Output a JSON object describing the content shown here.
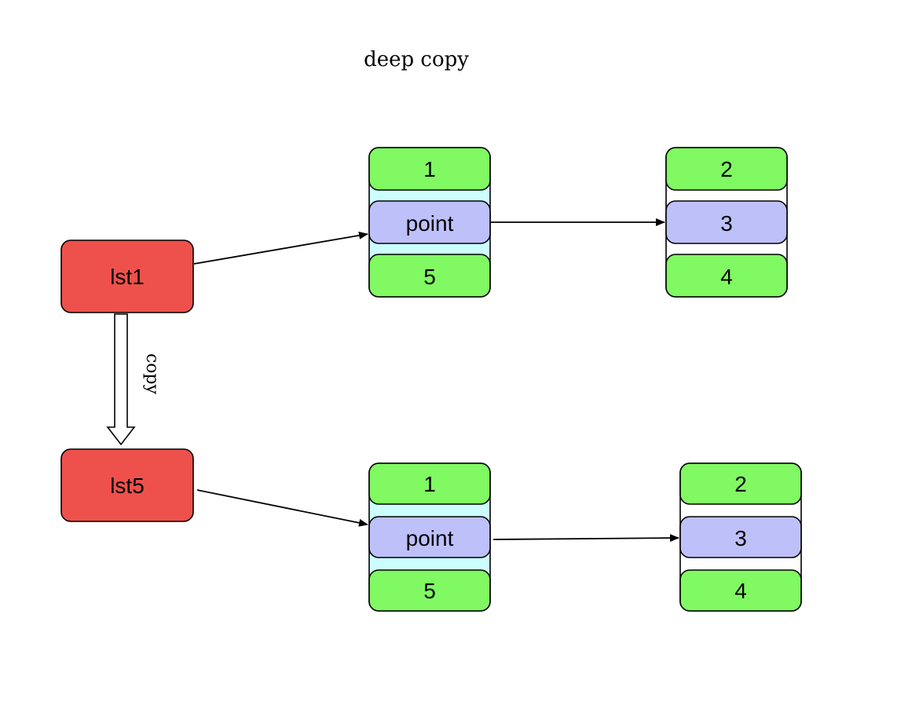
{
  "title": "deep copy",
  "colors": {
    "variable_fill": "#ee514b",
    "value_fill": "#80f962",
    "pointer_fill": "#bec0f9",
    "container_fill": "#ccfefe",
    "nested_container_fill": "#ffffff"
  },
  "variables": {
    "lst1": {
      "label": "lst1"
    },
    "lst5": {
      "label": "lst5"
    }
  },
  "copy_edge": {
    "label": "copy"
  },
  "lists": {
    "top_outer": {
      "items": [
        "1",
        "point",
        "5"
      ]
    },
    "top_inner": {
      "items": [
        "2",
        "3",
        "4"
      ]
    },
    "bottom_outer": {
      "items": [
        "1",
        "point",
        "5"
      ]
    },
    "bottom_inner": {
      "items": [
        "2",
        "3",
        "4"
      ]
    }
  }
}
